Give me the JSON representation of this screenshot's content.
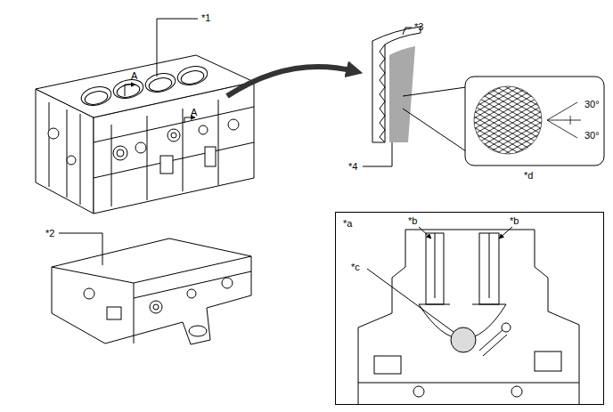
{
  "diagram": {
    "nodes": [
      {
        "text": [
          "*a"
        ]
      }
    ],
    "labels": [
      "*1",
      "A",
      "A",
      "*3",
      "*4",
      "30°",
      "30°",
      "*d",
      "*2",
      "*b",
      "*b",
      "*c"
    ]
  }
}
